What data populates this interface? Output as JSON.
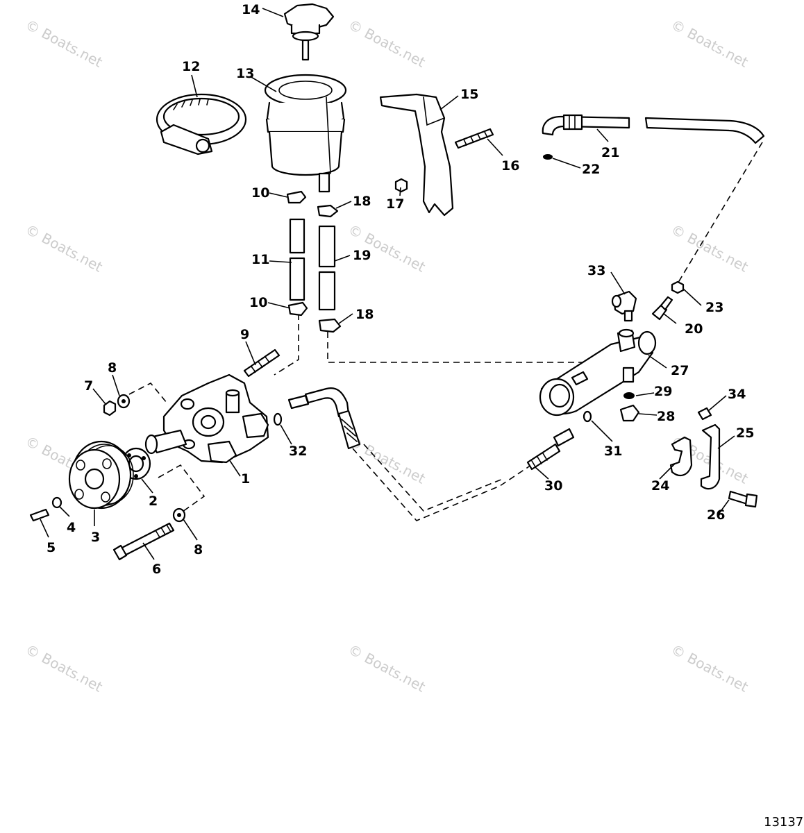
{
  "watermark": "© Boats.net",
  "figure_number": "13137",
  "callouts": [
    "1",
    "2",
    "3",
    "4",
    "5",
    "6",
    "7",
    "8",
    "8",
    "9",
    "10",
    "10",
    "11",
    "12",
    "13",
    "14",
    "15",
    "16",
    "17",
    "18",
    "18",
    "19",
    "20",
    "21",
    "22",
    "23",
    "24",
    "25",
    "26",
    "27",
    "28",
    "29",
    "30",
    "31",
    "32",
    "33",
    "34"
  ]
}
